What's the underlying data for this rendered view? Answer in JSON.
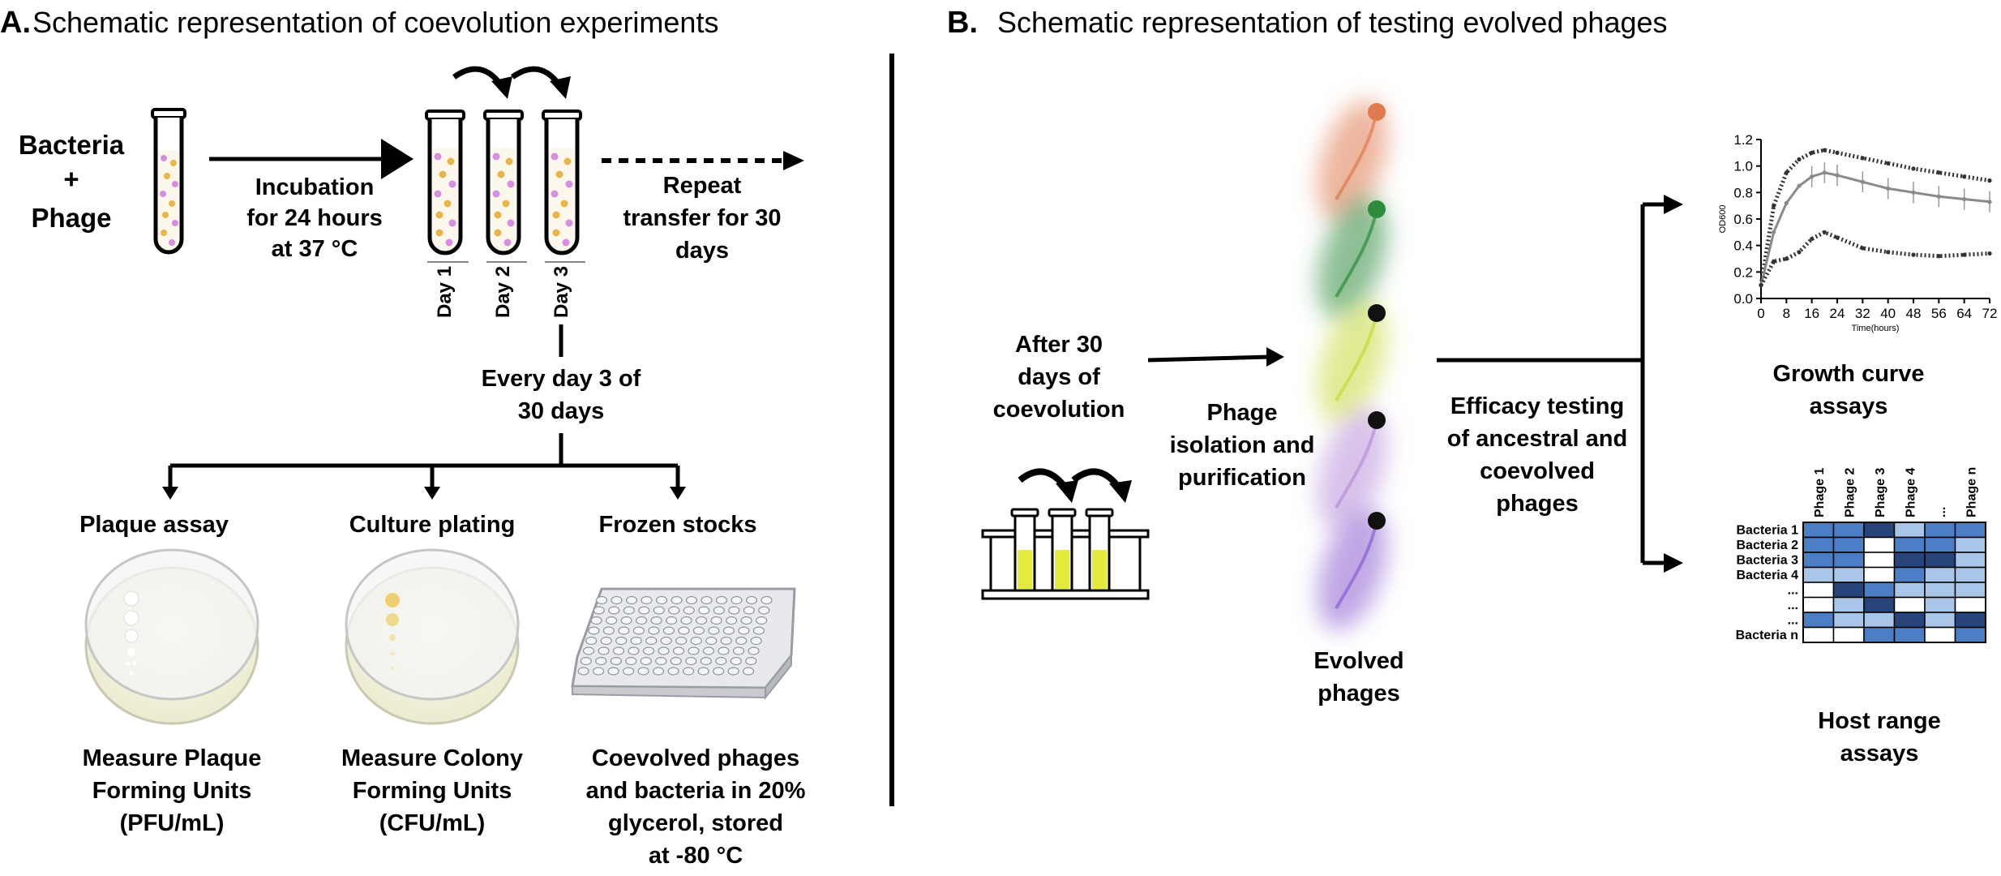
{
  "panel_a": {
    "letter": "A.",
    "title": "Schematic representation of coevolution experiments",
    "bacteria_label": [
      "Bacteria",
      "+",
      "Phage"
    ],
    "incubation_label": [
      "Incubation",
      "for 24 hours",
      "at 37 °C"
    ],
    "repeat_label": [
      "Repeat",
      "transfer for 30",
      "days"
    ],
    "day_labels": [
      "Day 1",
      "Day 2",
      "Day 3"
    ],
    "every_day_label": [
      "Every day 3 of",
      "30 days"
    ],
    "branches": [
      {
        "heading": "Plaque assay",
        "caption": [
          "Measure Plaque",
          "Forming Units",
          "(PFU/mL)"
        ]
      },
      {
        "heading": "Culture plating",
        "caption": [
          "Measure Colony",
          "Forming Units",
          "(CFU/mL)"
        ]
      },
      {
        "heading": "Frozen stocks",
        "caption": [
          "Coevolved phages",
          "and bacteria in 20%",
          "glycerol, stored",
          "at -80 °C"
        ]
      }
    ]
  },
  "panel_b": {
    "letter": "B.",
    "title": "Schematic representation of testing evolved phages",
    "after_label": [
      "After 30",
      "days of",
      "coevolution"
    ],
    "isolation_label": [
      "Phage",
      "isolation and",
      "purification"
    ],
    "evolved_label": [
      "Evolved",
      "phages"
    ],
    "efficacy_label": [
      "Efficacy testing",
      "of ancestral and",
      "coevolved",
      "phages"
    ],
    "growth_label": [
      "Growth curve",
      "assays"
    ],
    "host_label": [
      "Host range",
      "assays"
    ],
    "phage_colors": [
      "#e07a4f",
      "#2e8b3e",
      "#c8d93a",
      "#b890d8",
      "#8a5fd0"
    ]
  },
  "chart_data": {
    "type": "line",
    "xlabel": "Time(hours)",
    "ylabel": "OD600",
    "xlim": [
      0,
      72
    ],
    "ylim": [
      0,
      1.2
    ],
    "xticks": [
      0,
      8,
      16,
      24,
      32,
      40,
      48,
      56,
      64,
      72
    ],
    "yticks": [
      0.0,
      0.2,
      0.4,
      0.6,
      0.8,
      1.0,
      1.2
    ],
    "series": [
      {
        "x": [
          0,
          4,
          8,
          12,
          16,
          20,
          24,
          32,
          40,
          48,
          56,
          64,
          72
        ],
        "values": [
          0.1,
          0.7,
          0.95,
          1.05,
          1.1,
          1.12,
          1.1,
          1.06,
          1.02,
          0.98,
          0.95,
          0.92,
          0.89
        ]
      },
      {
        "x": [
          0,
          4,
          8,
          12,
          16,
          20,
          24,
          32,
          40,
          48,
          56,
          64,
          72
        ],
        "values": [
          0.1,
          0.5,
          0.72,
          0.85,
          0.92,
          0.95,
          0.93,
          0.88,
          0.83,
          0.8,
          0.77,
          0.75,
          0.73
        ]
      },
      {
        "x": [
          0,
          4,
          8,
          12,
          16,
          20,
          24,
          32,
          40,
          48,
          56,
          64,
          72
        ],
        "values": [
          0.1,
          0.28,
          0.3,
          0.35,
          0.45,
          0.5,
          0.46,
          0.38,
          0.35,
          0.33,
          0.32,
          0.33,
          0.34
        ]
      }
    ]
  },
  "heatmap": {
    "columns": [
      "Phage 1",
      "Phage 2",
      "Phage 3",
      "Phage 4",
      "...",
      "Phage n"
    ],
    "rows": [
      "Bacteria 1",
      "Bacteria 2",
      "Bacteria 3",
      "Bacteria 4",
      "...",
      "...",
      "...",
      "Bacteria n"
    ],
    "levels": [
      [
        2,
        2,
        3,
        1,
        2,
        2
      ],
      [
        2,
        2,
        0,
        2,
        2,
        1
      ],
      [
        2,
        2,
        0,
        3,
        3,
        1
      ],
      [
        1,
        1,
        0,
        2,
        1,
        1
      ],
      [
        0,
        3,
        2,
        1,
        1,
        1
      ],
      [
        0,
        1,
        3,
        0,
        1,
        0
      ],
      [
        2,
        1,
        1,
        3,
        1,
        3
      ],
      [
        0,
        0,
        2,
        2,
        0,
        2
      ]
    ],
    "palette": [
      "#ffffff",
      "#a9c5e8",
      "#4b7ec5",
      "#27457a"
    ]
  }
}
